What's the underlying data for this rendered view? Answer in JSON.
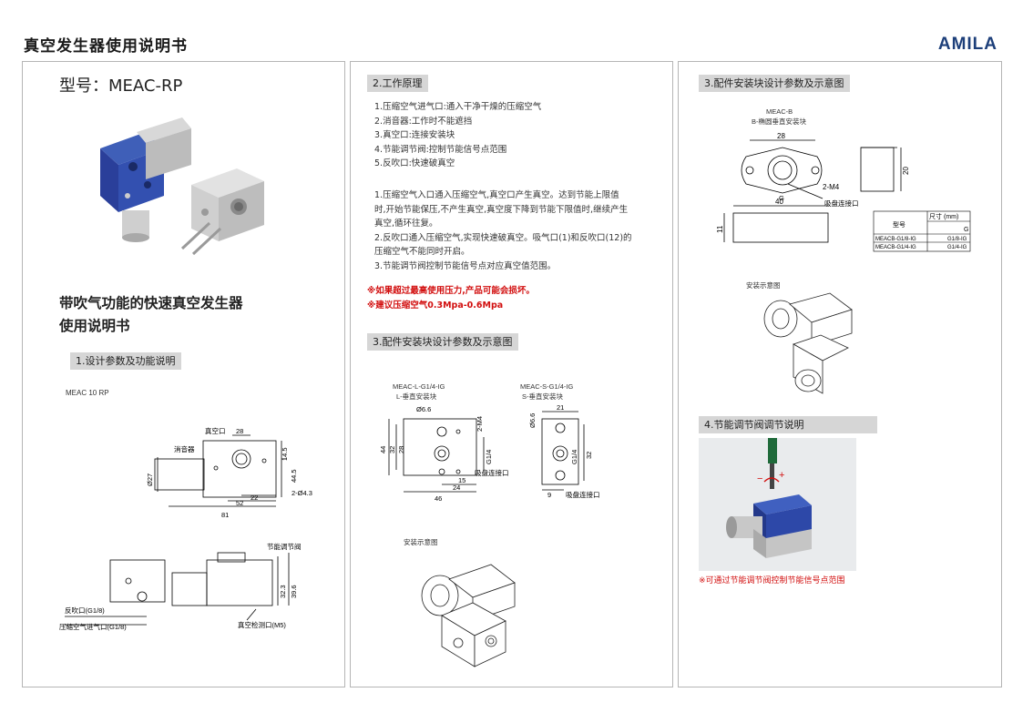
{
  "header": {
    "title": "真空发生器使用说明书",
    "brand": "AMILA"
  },
  "panel1": {
    "model_label": "型号：MEAC-RP",
    "subtitle_line1": "带吹气功能的快速真空发生器",
    "subtitle_line2": "使用说明书",
    "section1": "1.设计参数及功能说明",
    "model_code": "MEAC 10 RP",
    "dims": {
      "vacuum_port": "真空口",
      "silencer": "消音器",
      "w28": "28",
      "d27": "Ø27",
      "h14_5": "14.5",
      "h44_5": "44.5",
      "holes": "2-Ø4.3",
      "w22": "22",
      "w52": "52",
      "w81": "81",
      "throttle": "节能调节阀",
      "h32_3": "32.3",
      "h39_6": "39.6",
      "blow_port": "反吹口(G1/8)",
      "air_in": "压缩空气进气口(G1/8)",
      "vac_detect": "真空检测口(M5)"
    }
  },
  "panel2": {
    "section2": "2.工作原理",
    "list": [
      "1.压缩空气进气口:通入干净干燥的压缩空气",
      "2.消音器:工作时不能遮挡",
      "3.真空口:连接安装块",
      "4.节能调节阀:控制节能信号点范围",
      "5.反吹口:快速破真空"
    ],
    "para": [
      "1.压缩空气入口通入压缩空气,真空口产生真空。达到节能上限值",
      "时,开始节能保压,不产生真空,真空度下降到节能下限值时,继续产生",
      "真空,循环往复。",
      "2.反吹口通入压缩空气,实现快速破真空。吸气口(1)和反吹口(12)的",
      "压缩空气不能同时开启。",
      "3.节能调节阀控制节能信号点对应真空值范围。"
    ],
    "warn1": "※如果超过最高使用压力,产品可能会损坏。",
    "warn2": "※建议压缩空气0.3Mpa-0.6Mpa",
    "section3": "3.配件安装块设计参数及示意图",
    "blockL": {
      "code": "MEAC-L-G1/4-IG",
      "name": "L-垂直安装块",
      "d": "Ø6.6",
      "m": "2-M4",
      "h44": "44",
      "h32": "32",
      "h28": "28",
      "g": "G1/4",
      "w15": "15",
      "w24": "24",
      "w46": "46",
      "suck": "吸盘连接口"
    },
    "blockS": {
      "code": "MEAC-S-G1/4-IG",
      "name": "S-垂直安装块",
      "d": "Ø6.6",
      "w21": "21",
      "g": "G1/4",
      "h32": "32",
      "w9": "9",
      "suck": "吸盘连接口"
    },
    "install": "安装示意图"
  },
  "panel3": {
    "section3": "3.配件安装块设计参数及示意图",
    "blockB": {
      "code": "MEAC-B",
      "name": "B-椭圆垂直安装块",
      "w28": "28",
      "m": "2-M4",
      "g": "G",
      "h20": "20",
      "w40": "40",
      "h11": "11",
      "suck": "吸盘连接口"
    },
    "table": {
      "col1": "型号",
      "col2": "尺寸 (mm)",
      "col2b": "G",
      "rows": [
        [
          "MEACB-G1/8-IG",
          "G1/8-IG"
        ],
        [
          "MEACB-G1/4-IG",
          "G1/4-IG"
        ]
      ]
    },
    "install": "安装示意图",
    "section4": "4.节能调节阀调节说明",
    "note": "※可通过节能调节阀控制节能信号点范围",
    "plus": "+",
    "minus": "−"
  }
}
